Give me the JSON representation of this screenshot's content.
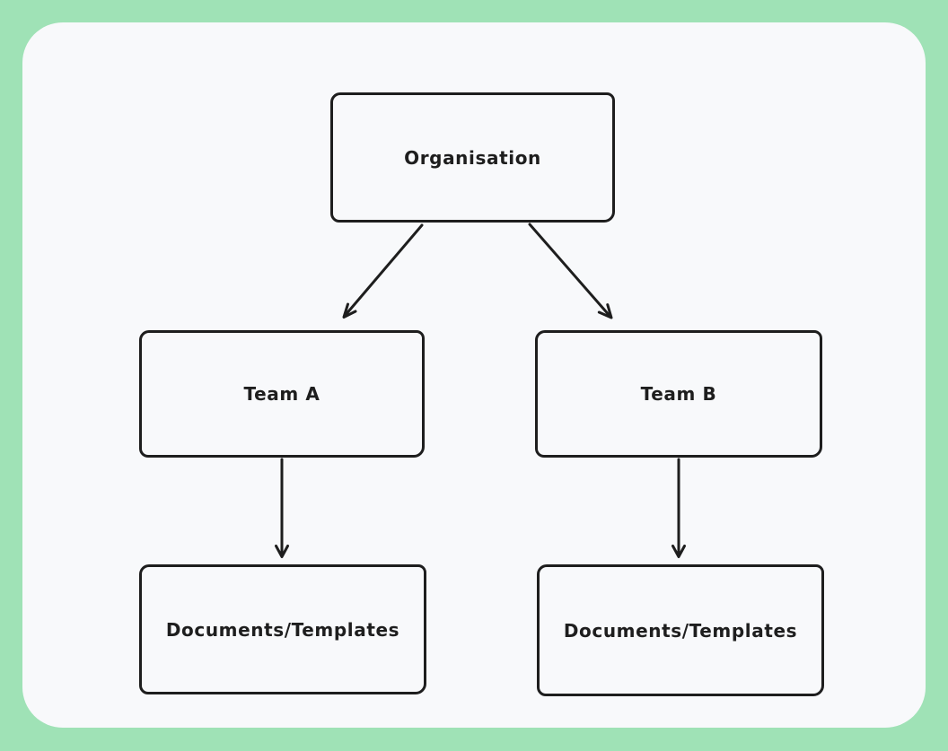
{
  "page": {
    "background_color": "#9fe2b6",
    "canvas_color": "#f8f9fb"
  },
  "diagram": {
    "type": "flowchart",
    "style": "hand-drawn",
    "stroke_color": "#1e1e1e",
    "nodes": [
      {
        "id": "organisation",
        "label": "Organisation"
      },
      {
        "id": "team-a",
        "label": "Team A"
      },
      {
        "id": "team-b",
        "label": "Team B"
      },
      {
        "id": "documents-a",
        "label": "Documents/Templates"
      },
      {
        "id": "documents-b",
        "label": "Documents/Templates"
      }
    ],
    "edges": [
      {
        "from": "organisation",
        "to": "team-a",
        "arrow": "end"
      },
      {
        "from": "organisation",
        "to": "team-b",
        "arrow": "end"
      },
      {
        "from": "team-a",
        "to": "documents-a",
        "arrow": "end"
      },
      {
        "from": "team-b",
        "to": "documents-b",
        "arrow": "end"
      }
    ]
  }
}
